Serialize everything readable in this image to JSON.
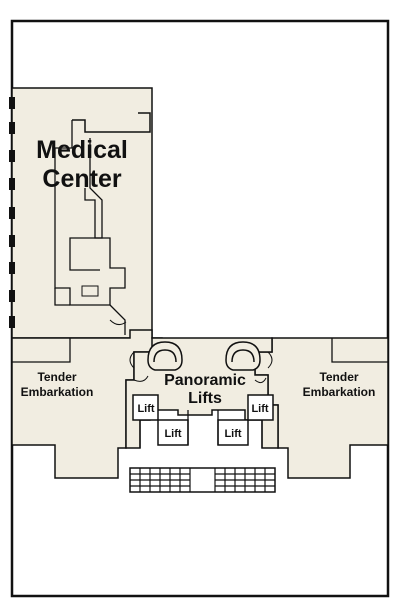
{
  "colors": {
    "background": "#ffffff",
    "room_fill": "#f1ede1",
    "wall": "#111111"
  },
  "rooms": {
    "medical": {
      "line1": "Medical",
      "line2": "Center"
    },
    "lifts": {
      "line1": "Panoramic",
      "line2": "Lifts"
    },
    "tender_left": {
      "line1": "Tender",
      "line2": "Embarkation"
    },
    "tender_right": {
      "line1": "Tender",
      "line2": "Embarkation"
    }
  },
  "lifts": {
    "lift_1": "Lift",
    "lift_2": "Lift",
    "lift_3": "Lift",
    "lift_4": "Lift"
  },
  "icons": {
    "seating": "armchair-icon",
    "windows": "window-icon",
    "stairs": "stairs-icon"
  }
}
